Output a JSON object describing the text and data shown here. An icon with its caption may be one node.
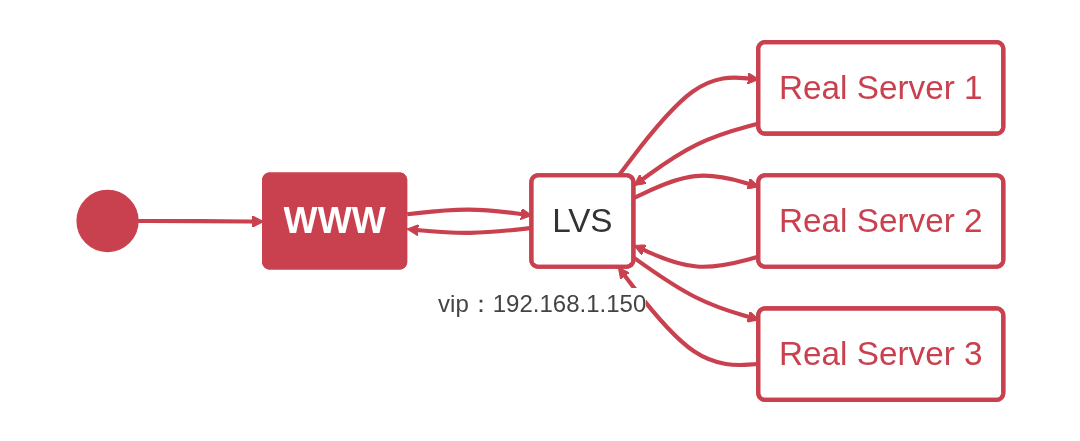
{
  "diagram": {
    "nodes": [
      {
        "text": [],
        "shape": "person"
      },
      {
        "text": [
          "WWW"
        ]
      },
      {
        "text": [
          "LVS"
        ],
        "beside": [
          "vip：192.168.1.150"
        ]
      },
      {
        "text": [
          "Real Server 1"
        ]
      },
      {
        "text": [
          "Real Server 2"
        ]
      },
      {
        "text": [
          "Real Server 3"
        ]
      }
    ],
    "edges": [
      {
        "from": 0,
        "to": 1,
        "arrow": "to"
      },
      {
        "from": 1,
        "to": 2,
        "arrow": "to"
      },
      {
        "from": 2,
        "to": 1,
        "arrow": "to"
      },
      {
        "from": 2,
        "to": 3,
        "arrow": "to"
      },
      {
        "from": 3,
        "to": 2,
        "arrow": "to"
      },
      {
        "from": 2,
        "to": 4,
        "arrow": "to"
      },
      {
        "from": 4,
        "to": 2,
        "arrow": "to"
      },
      {
        "from": 2,
        "to": 5,
        "arrow": "to"
      },
      {
        "from": 5,
        "to": 2,
        "arrow": "to"
      }
    ]
  }
}
